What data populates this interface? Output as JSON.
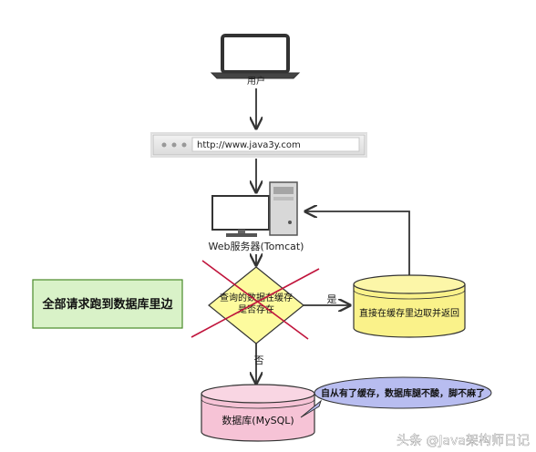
{
  "labels": {
    "user": "用户",
    "url": "http://www.java3y.com",
    "web_server": "Web服务器(Tomcat)",
    "left_box": "全部请求跑到数据库里边",
    "decision_line1": "查询的数据在缓存",
    "decision_line2": "是否存在",
    "yes": "是",
    "no": "否",
    "cache": "直接在缓存里边取并返回",
    "db": "数据库(MySQL)",
    "bubble": "自从有了缓存，数据库腿不酸，脚不麻了",
    "watermark": "头条 @Java架构师日记"
  },
  "colors": {
    "green_box": "#d9f2c8",
    "green_border": "#4a8a2a",
    "decision_fill": "#fdfb9e",
    "cache_fill": "#faf28a",
    "db_fill": "#f6c3d6",
    "bubble_fill": "#b8bdf0",
    "cross": "#c0143c"
  },
  "icons": [
    "laptop-icon",
    "browser-bar-icon",
    "server-icon",
    "monitor-icon"
  ]
}
